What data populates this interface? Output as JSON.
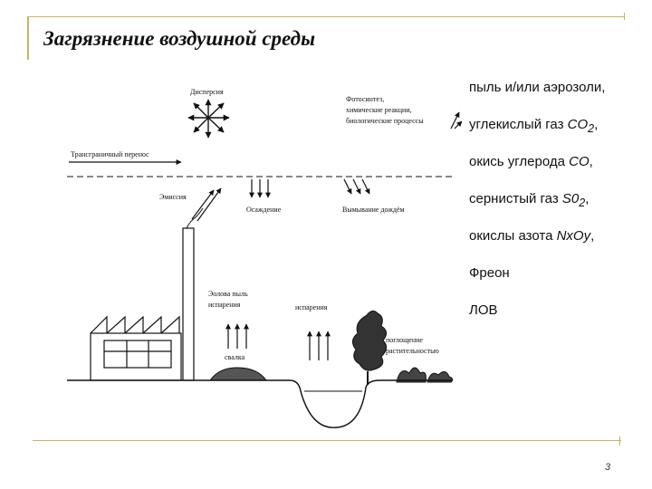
{
  "slide": {
    "title": "Загрязнение воздушной среды",
    "page_number": "3"
  },
  "pollutants": [
    {
      "text": "пыль и/или аэрозоли,"
    },
    {
      "text": "углекислый газ ",
      "formula": "CO",
      "sub": "2",
      "suffix": ","
    },
    {
      "text": "окись углерода ",
      "formula": "CO",
      "suffix": ","
    },
    {
      "text": "сернистый газ ",
      "formula": "S0",
      "sub": "2",
      "suffix": ","
    },
    {
      "text": "окислы азота ",
      "formula": "NxOy",
      "suffix": ","
    },
    {
      "text": "Фреон"
    },
    {
      "text": "ЛОВ"
    }
  ],
  "diagram_labels": {
    "dispersion": "Дисперсия",
    "photosynthesis_1": "Фотосинтез,",
    "photosynthesis_2": "химические реакции,",
    "photosynthesis_3": "биологические процессы",
    "transboundary": "Трансграничный перенос",
    "emission": "Эмиссия",
    "deposition": "Осаждение",
    "washout": "Вымывание дождём",
    "fly_ash_1": "Эолова пыль",
    "fly_ash_2": "испарения",
    "evaporation": "испарения",
    "absorption_1": "поглощение",
    "absorption_2": "растительностью",
    "dump": "свалка"
  }
}
